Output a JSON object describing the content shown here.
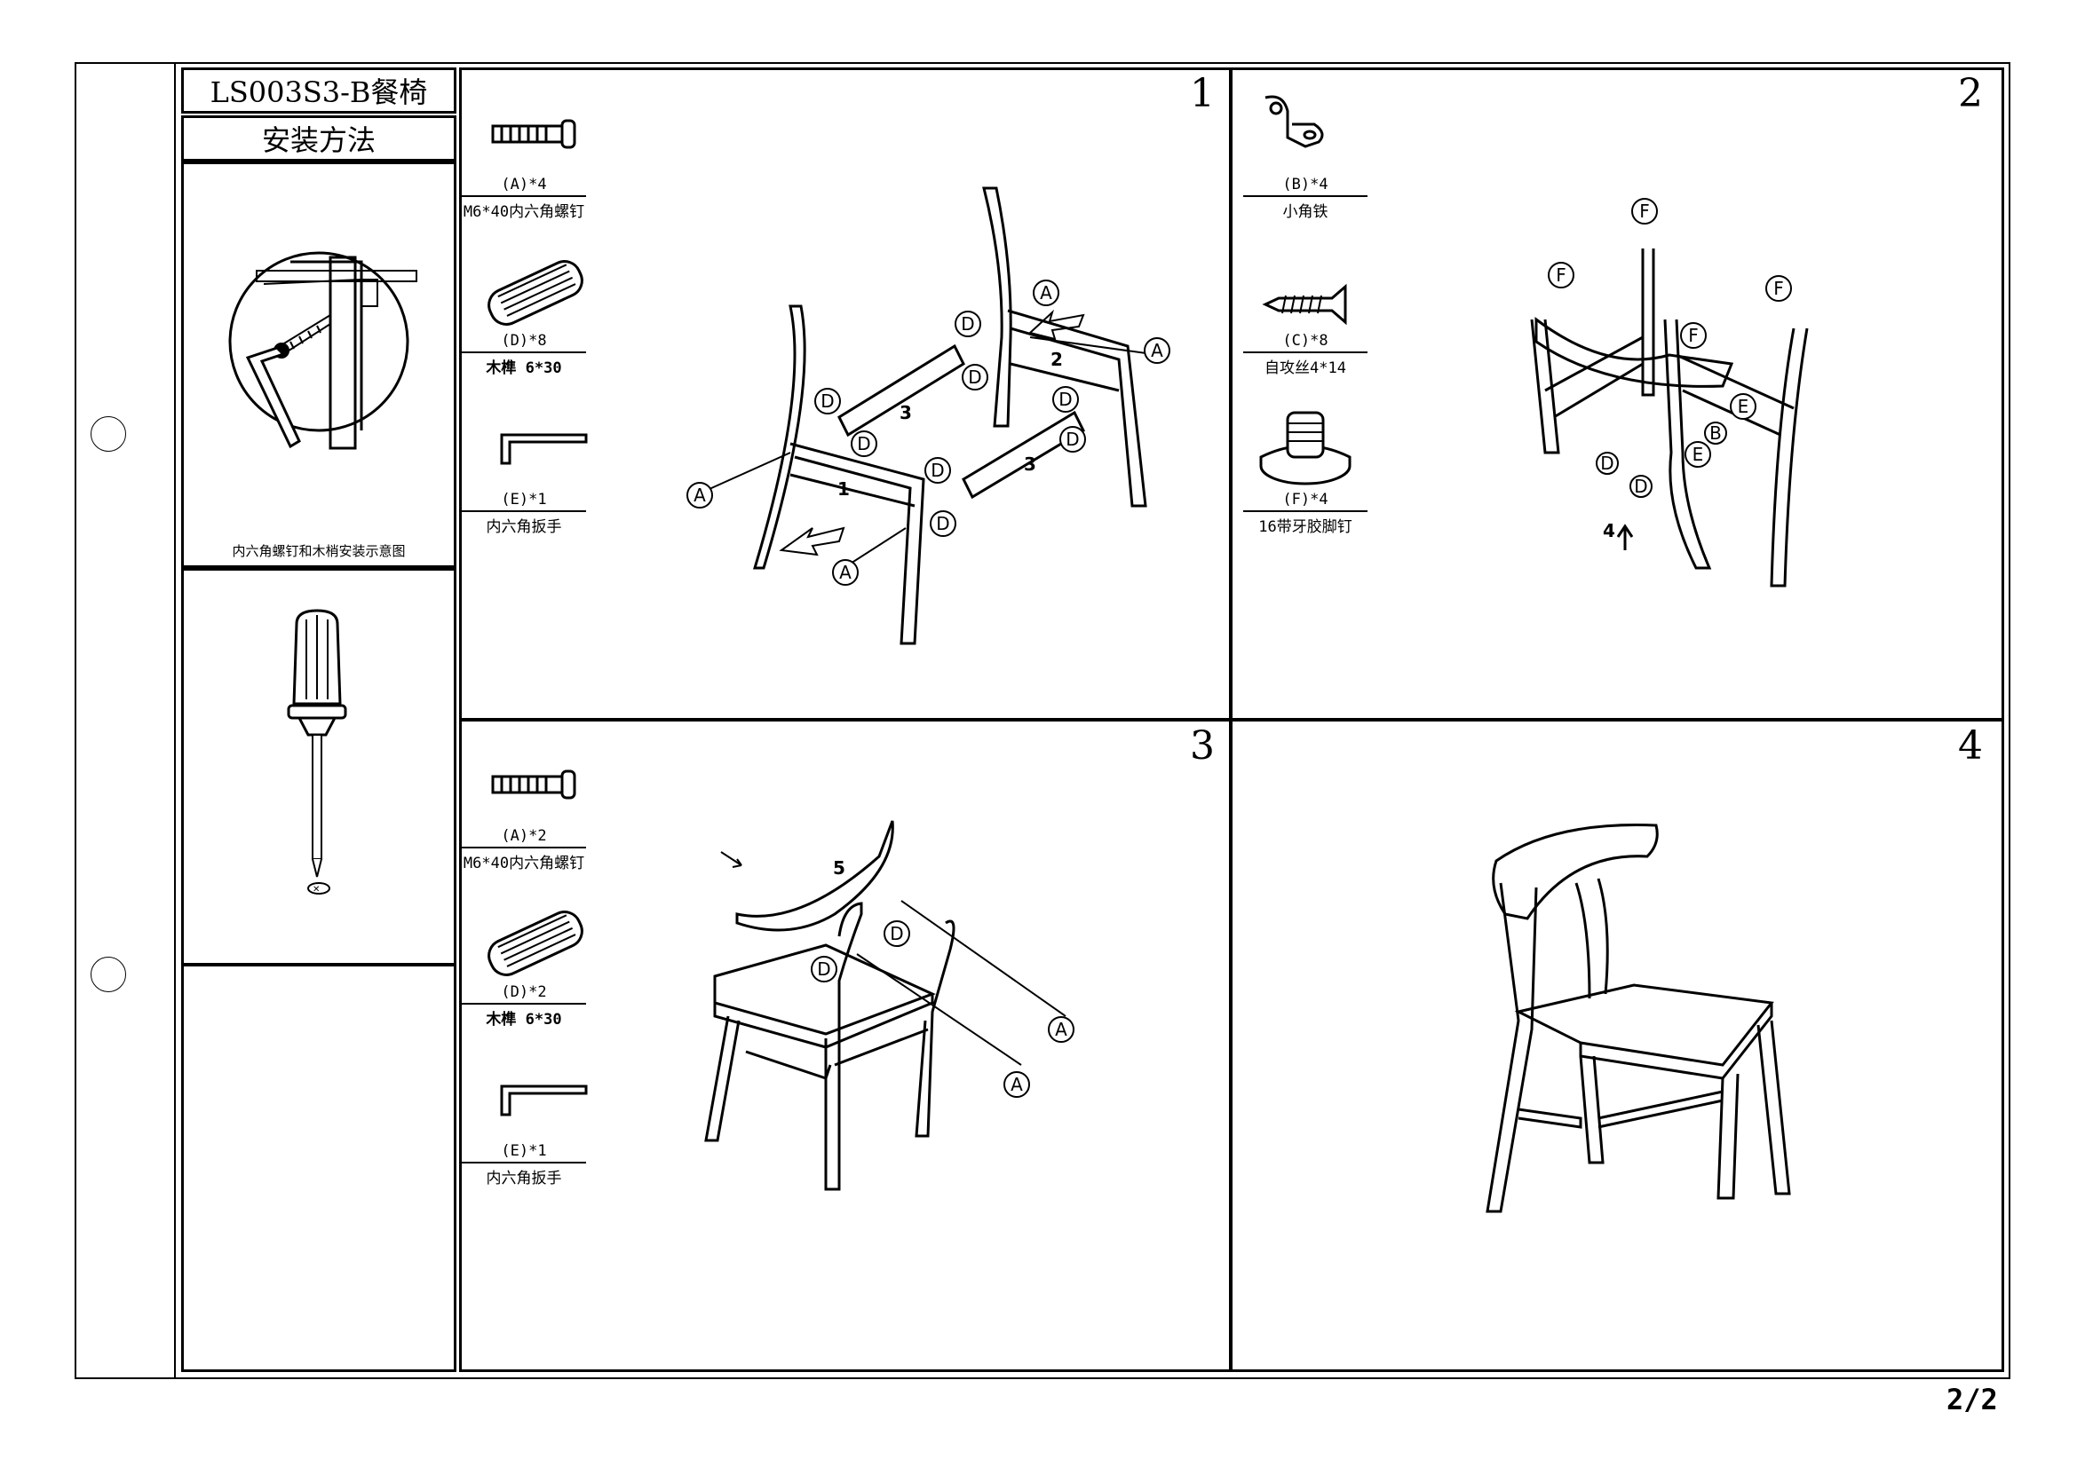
{
  "header": {
    "model_title": "LS003S3-B餐椅",
    "subtitle": "安装方法"
  },
  "sidebar": {
    "hex_caption": "内六角螺钉和木梢安装示意图"
  },
  "steps": [
    {
      "number": "1",
      "parts": [
        {
          "qty": "(A)*4",
          "desc": "M6*40内六角螺钉",
          "icon": "bolt-icon"
        },
        {
          "qty": "(D)*8",
          "desc": "木榫  6*30",
          "icon": "dowel-icon"
        },
        {
          "qty": "(E)*1",
          "desc": "内六角扳手",
          "icon": "hex-key-icon"
        }
      ],
      "callouts": {
        "a": "A",
        "d": "D",
        "n1": "1",
        "n2": "2",
        "n3": "3"
      }
    },
    {
      "number": "2",
      "parts": [
        {
          "qty": "(B)*4",
          "desc": "小角铁",
          "icon": "corner-bracket-icon"
        },
        {
          "qty": "(C)*8",
          "desc": "自攻丝4*14",
          "icon": "screw-icon"
        },
        {
          "qty": "(F)*4",
          "desc": "16带牙胶脚钉",
          "icon": "foot-glide-icon"
        }
      ],
      "callouts": {
        "f": "F",
        "e": "E",
        "b": "B",
        "d": "D",
        "n4": "4"
      }
    },
    {
      "number": "3",
      "parts": [
        {
          "qty": "(A)*2",
          "desc": "M6*40内六角螺钉",
          "icon": "bolt-icon"
        },
        {
          "qty": "(D)*2",
          "desc": "木榫  6*30",
          "icon": "dowel-icon"
        },
        {
          "qty": "(E)*1",
          "desc": "内六角扳手",
          "icon": "hex-key-icon"
        }
      ],
      "callouts": {
        "a": "A",
        "d": "D",
        "n5": "5"
      }
    },
    {
      "number": "4",
      "parts": []
    }
  ],
  "footer": {
    "page": "2/2"
  }
}
